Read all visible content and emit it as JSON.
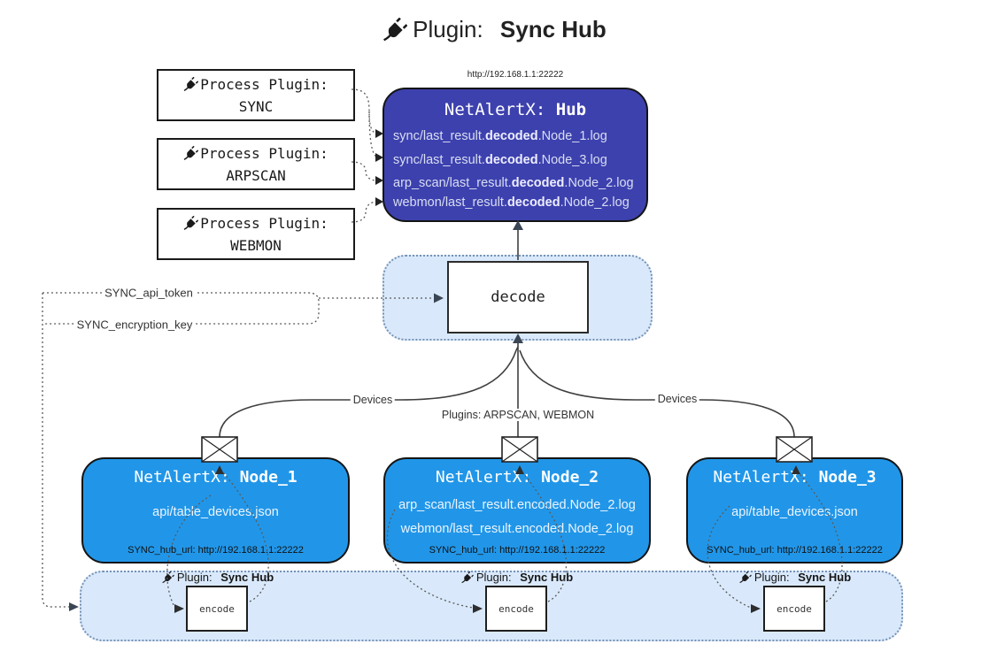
{
  "title": {
    "prefix": "Plugin:",
    "name": "Sync Hub"
  },
  "hub": {
    "url": "http://192.168.1.1:22222",
    "title_prefix": "NetAlertX:",
    "title_name": "Hub",
    "logs": [
      {
        "pre": "sync/last_result.",
        "bold": "decoded",
        "post": ".Node_1.log"
      },
      {
        "pre": "sync/last_result.",
        "bold": "decoded",
        "post": ".Node_3.log"
      },
      {
        "pre": "arp_scan/last_result.",
        "bold": "decoded",
        "post": ".Node_2.log"
      },
      {
        "pre": "webmon/last_result.",
        "bold": "decoded",
        "post": ".Node_2.log"
      }
    ]
  },
  "process_plugins": [
    {
      "label": "Process Plugin:",
      "name": "SYNC"
    },
    {
      "label": "Process Plugin:",
      "name": "ARPSCAN"
    },
    {
      "label": "Process Plugin:",
      "name": "WEBMON"
    }
  ],
  "decode": {
    "label": "decode"
  },
  "labels": {
    "sync_api_token": "SYNC_api_token",
    "sync_encryption_key": "SYNC_encryption_key",
    "devices_left": "Devices",
    "devices_right": "Devices",
    "plugins_mid": "Plugins: ARPSCAN, WEBMON"
  },
  "nodes": [
    {
      "title_prefix": "NetAlertX:",
      "title_name": "Node_1",
      "files": [
        "api/table_devices.json"
      ],
      "hub_url": "SYNC_hub_url: http://192.168.1.1:22222"
    },
    {
      "title_prefix": "NetAlertX:",
      "title_name": "Node_2",
      "files": [
        "arp_scan/last_result.encoded.Node_2.log",
        "webmon/last_result.encoded.Node_2.log"
      ],
      "hub_url": "SYNC_hub_url: http://192.168.1.1:22222"
    },
    {
      "title_prefix": "NetAlertX:",
      "title_name": "Node_3",
      "files": [
        "api/table_devices.json"
      ],
      "hub_url": "SYNC_hub_url: http://192.168.1.1:22222"
    }
  ],
  "encoders": [
    {
      "prefix": "Plugin:",
      "bold": "Sync Hub",
      "box_label": "encode"
    },
    {
      "prefix": "Plugin:",
      "bold": "Sync Hub",
      "box_label": "encode"
    },
    {
      "prefix": "Plugin:",
      "bold": "Sync Hub",
      "box_label": "encode"
    }
  ],
  "colors": {
    "hub_bg": "#3d41ae",
    "node_bg": "#2196e8",
    "container_bg": "#d9e9fb",
    "container_border": "#7792b5",
    "line": "#3f3f3f",
    "arrowhead": "#3a4654"
  }
}
